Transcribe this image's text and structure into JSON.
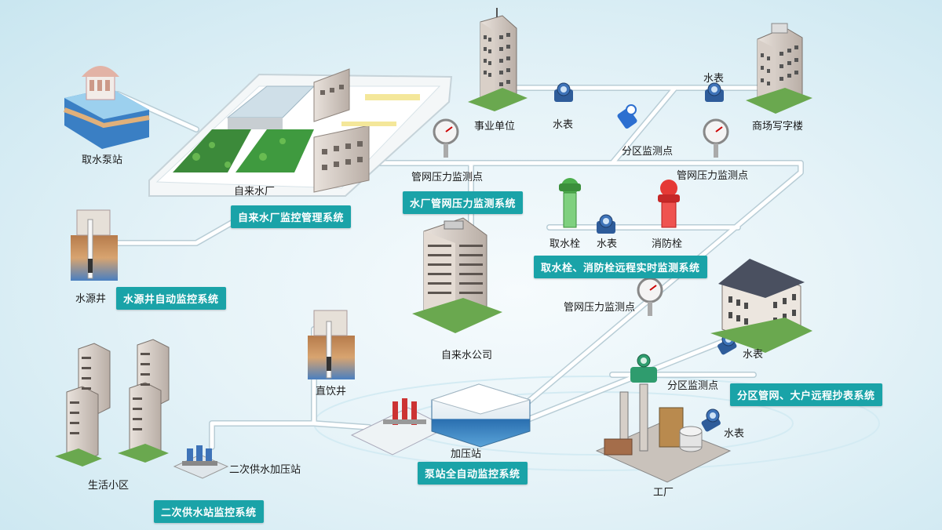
{
  "colors": {
    "pipe": "#ffffff",
    "pipe_edge": "#b8cdd6",
    "badge": "#1aa3a8",
    "text": "#1a1a1a"
  },
  "labels": {
    "intake_pump": "取水泵站",
    "water_plant": "自来水厂",
    "source_well": "水源井",
    "institution": "事业单位",
    "meter_1": "水表",
    "meter_2": "水表",
    "district_point_1": "分区监测点",
    "office_building": "商场写字楼",
    "pressure_1": "管网压力监测点",
    "pressure_2": "管网压力监测点",
    "pressure_3": "管网压力监测点",
    "hydrant_intake": "取水栓",
    "meter_3": "水表",
    "fire_hydrant": "消防栓",
    "water_company": "自来水公司",
    "meter_4": "水表",
    "district_point_2": "分区监测点",
    "meter_5": "水表",
    "direct_well": "直饮井",
    "residential": "生活小区",
    "secondary_booster": "二次供水加压站",
    "booster_station": "加压站",
    "factory": "工厂"
  },
  "systems": {
    "plant_monitor": "自来水厂监控管理系统",
    "plant_pressure": "水厂管网压力监测系统",
    "well_auto": "水源井自动监控系统",
    "hydrant_remote": "取水栓、消防栓远程实时监测系统",
    "district_meter": "分区管网、大户远程抄表系统",
    "pump_auto": "泵站全自动监控系统",
    "secondary_supply": "二次供水站监控系统"
  },
  "icons": [
    "intake-pump-station-icon",
    "water-plant-icon",
    "source-well-icon",
    "office-tower-icon",
    "water-meter-icon",
    "flow-meter-icon",
    "pressure-gauge-icon",
    "hydrant-icon",
    "fire-hydrant-icon",
    "company-building-icon",
    "residential-building-icon",
    "booster-pump-icon",
    "tank-icon",
    "factory-icon"
  ]
}
